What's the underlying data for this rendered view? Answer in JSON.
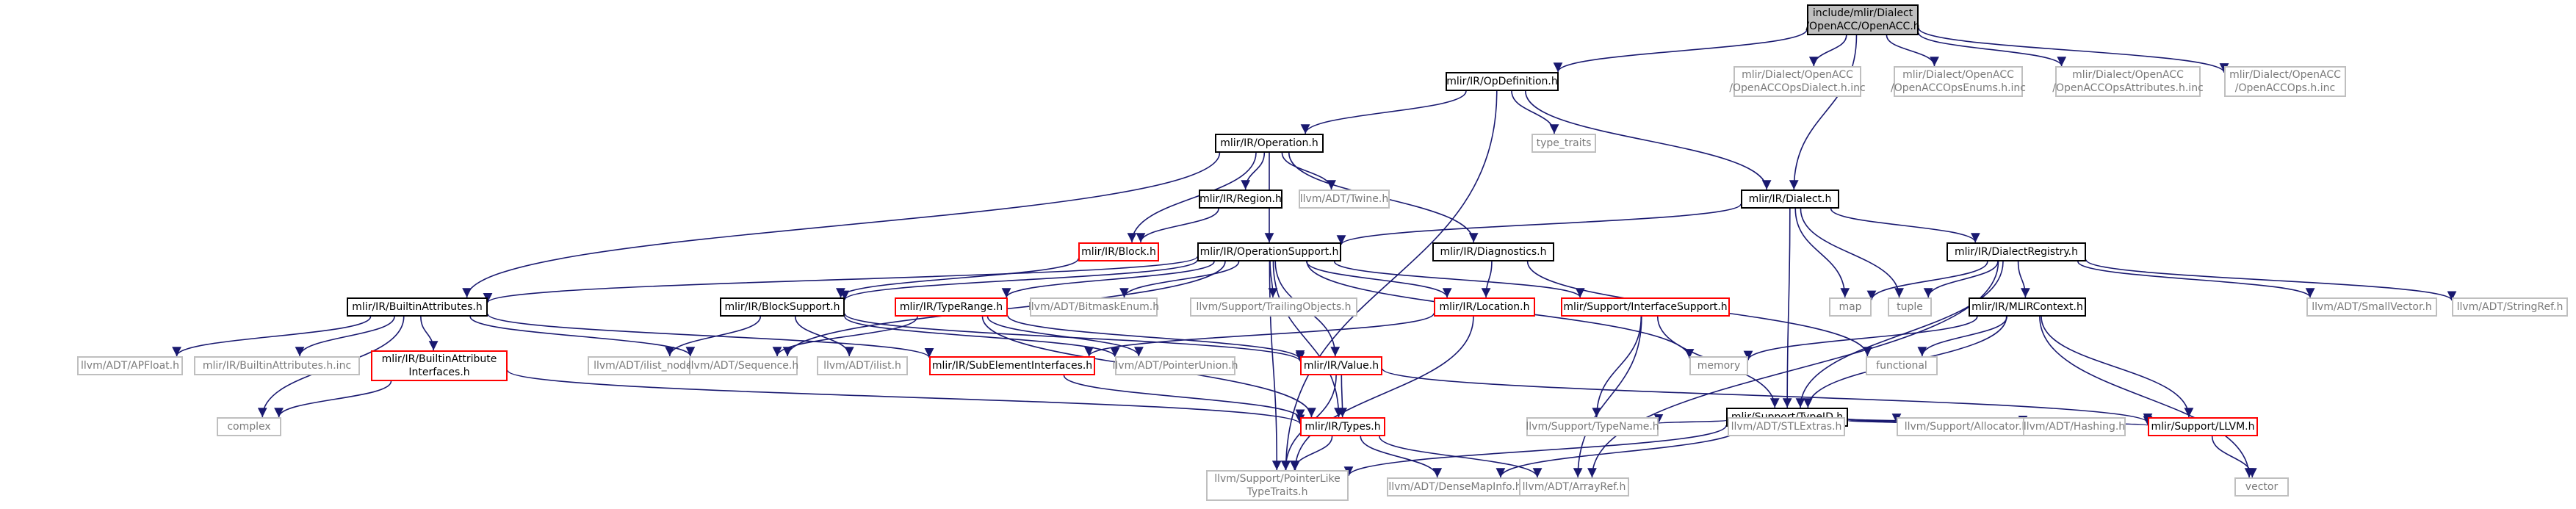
{
  "nodes": {
    "openacc_h": {
      "label": "include/mlir/Dialect\n/OpenACC/OpenACC.h",
      "style": "root"
    },
    "opdefinition": {
      "label": "mlir/IR/OpDefinition.h",
      "style": "normal"
    },
    "acc_dialect_inc": {
      "label": "mlir/Dialect/OpenACC\n/OpenACCOpsDialect.h.inc",
      "style": "sys"
    },
    "acc_enums_inc": {
      "label": "mlir/Dialect/OpenACC\n/OpenACCOpsEnums.h.inc",
      "style": "sys"
    },
    "acc_attrs_inc": {
      "label": "mlir/Dialect/OpenACC\n/OpenACCOpsAttributes.h.inc",
      "style": "sys"
    },
    "acc_ops_inc": {
      "label": "mlir/Dialect/OpenACC\n/OpenACCOps.h.inc",
      "style": "sys"
    },
    "operation": {
      "label": "mlir/IR/Operation.h",
      "style": "normal"
    },
    "type_traits": {
      "label": "type_traits",
      "style": "sys"
    },
    "dialect": {
      "label": "mlir/IR/Dialect.h",
      "style": "normal"
    },
    "region": {
      "label": "mlir/IR/Region.h",
      "style": "normal"
    },
    "twine": {
      "label": "llvm/ADT/Twine.h",
      "style": "sys"
    },
    "block": {
      "label": "mlir/IR/Block.h",
      "style": "red"
    },
    "opsupport": {
      "label": "mlir/IR/OperationSupport.h",
      "style": "normal"
    },
    "diagnostics": {
      "label": "mlir/IR/Diagnostics.h",
      "style": "normal"
    },
    "dialectregistry": {
      "label": "mlir/IR/DialectRegistry.h",
      "style": "normal"
    },
    "builtinattrs": {
      "label": "mlir/IR/BuiltinAttributes.h",
      "style": "normal"
    },
    "blocksupport": {
      "label": "mlir/IR/BlockSupport.h",
      "style": "normal"
    },
    "typerange": {
      "label": "mlir/IR/TypeRange.h",
      "style": "red"
    },
    "bitmaskenum": {
      "label": "llvm/ADT/BitmaskEnum.h",
      "style": "sys"
    },
    "trailingobjects": {
      "label": "llvm/Support/TrailingObjects.h",
      "style": "sys"
    },
    "location": {
      "label": "mlir/IR/Location.h",
      "style": "red"
    },
    "interfacesupport": {
      "label": "mlir/Support/InterfaceSupport.h",
      "style": "red"
    },
    "map": {
      "label": "map",
      "style": "sys"
    },
    "tuple": {
      "label": "tuple",
      "style": "sys"
    },
    "mlircontext": {
      "label": "mlir/IR/MLIRContext.h",
      "style": "normal"
    },
    "smallvector": {
      "label": "llvm/ADT/SmallVector.h",
      "style": "sys"
    },
    "stringref": {
      "label": "llvm/ADT/StringRef.h",
      "style": "sys"
    },
    "apfloat": {
      "label": "llvm/ADT/APFloat.h",
      "style": "sys"
    },
    "builtinattrs_inc": {
      "label": "mlir/IR/BuiltinAttributes.h.inc",
      "style": "sys"
    },
    "builtinattrifaces": {
      "label": "mlir/IR/BuiltinAttribute\nInterfaces.h",
      "style": "red"
    },
    "ilist_node": {
      "label": "llvm/ADT/ilist_node.h",
      "style": "sys"
    },
    "sequence": {
      "label": "llvm/ADT/Sequence.h",
      "style": "sys"
    },
    "ilist": {
      "label": "llvm/ADT/ilist.h",
      "style": "sys"
    },
    "subelementifaces": {
      "label": "mlir/IR/SubElementInterfaces.h",
      "style": "red"
    },
    "pointerunion": {
      "label": "llvm/ADT/PointerUnion.h",
      "style": "sys"
    },
    "value": {
      "label": "mlir/IR/Value.h",
      "style": "red"
    },
    "memory": {
      "label": "memory",
      "style": "sys"
    },
    "functional": {
      "label": "functional",
      "style": "sys"
    },
    "typeid": {
      "label": "mlir/Support/TypeID.h",
      "style": "normal"
    },
    "complex": {
      "label": "complex",
      "style": "sys"
    },
    "types": {
      "label": "mlir/IR/Types.h",
      "style": "red"
    },
    "typename": {
      "label": "llvm/Support/TypeName.h",
      "style": "sys"
    },
    "stlextras": {
      "label": "llvm/ADT/STLExtras.h",
      "style": "sys"
    },
    "allocator": {
      "label": "llvm/Support/Allocator.h",
      "style": "sys"
    },
    "hashing": {
      "label": "llvm/ADT/Hashing.h",
      "style": "sys"
    },
    "support_llvm": {
      "label": "mlir/Support/LLVM.h",
      "style": "red"
    },
    "pointerlike": {
      "label": "llvm/Support/PointerLike\nTypeTraits.h",
      "style": "sys"
    },
    "densemapinfo": {
      "label": "llvm/ADT/DenseMapInfo.h",
      "style": "sys"
    },
    "arrayref": {
      "label": "llvm/ADT/ArrayRef.h",
      "style": "sys"
    },
    "vector": {
      "label": "vector",
      "style": "sys"
    }
  },
  "edges": [
    [
      "openacc_h",
      "opdefinition"
    ],
    [
      "openacc_h",
      "acc_dialect_inc"
    ],
    [
      "openacc_h",
      "acc_enums_inc"
    ],
    [
      "openacc_h",
      "acc_attrs_inc"
    ],
    [
      "openacc_h",
      "acc_ops_inc"
    ],
    [
      "openacc_h",
      "dialect"
    ],
    [
      "opdefinition",
      "operation"
    ],
    [
      "opdefinition",
      "type_traits"
    ],
    [
      "opdefinition",
      "dialect"
    ],
    [
      "opdefinition",
      "pointerlike"
    ],
    [
      "operation",
      "region"
    ],
    [
      "operation",
      "twine"
    ],
    [
      "operation",
      "block"
    ],
    [
      "operation",
      "opsupport"
    ],
    [
      "operation",
      "diagnostics"
    ],
    [
      "operation",
      "builtinattrs"
    ],
    [
      "region",
      "block"
    ],
    [
      "block",
      "blocksupport"
    ],
    [
      "dialect",
      "opsupport"
    ],
    [
      "dialect",
      "map"
    ],
    [
      "dialect",
      "tuple"
    ],
    [
      "dialect",
      "dialectregistry"
    ],
    [
      "dialect",
      "typeid"
    ],
    [
      "opsupport",
      "builtinattrs"
    ],
    [
      "opsupport",
      "blocksupport"
    ],
    [
      "opsupport",
      "typerange"
    ],
    [
      "opsupport",
      "bitmaskenum"
    ],
    [
      "opsupport",
      "trailingobjects"
    ],
    [
      "opsupport",
      "location"
    ],
    [
      "opsupport",
      "interfacesupport"
    ],
    [
      "opsupport",
      "memory"
    ],
    [
      "opsupport",
      "value"
    ],
    [
      "opsupport",
      "types"
    ],
    [
      "opsupport",
      "pointerlike"
    ],
    [
      "opsupport",
      "sequence"
    ],
    [
      "diagnostics",
      "location"
    ],
    [
      "diagnostics",
      "functional"
    ],
    [
      "dialectregistry",
      "map"
    ],
    [
      "dialectregistry",
      "tuple"
    ],
    [
      "dialectregistry",
      "mlircontext"
    ],
    [
      "dialectregistry",
      "smallvector"
    ],
    [
      "dialectregistry",
      "stringref"
    ],
    [
      "dialectregistry",
      "typeid"
    ],
    [
      "dialectregistry",
      "arrayref"
    ],
    [
      "builtinattrs",
      "apfloat"
    ],
    [
      "builtinattrs",
      "builtinattrs_inc"
    ],
    [
      "builtinattrs",
      "builtinattrifaces"
    ],
    [
      "builtinattrs",
      "sequence"
    ],
    [
      "builtinattrs",
      "subelementifaces"
    ],
    [
      "builtinattrs",
      "complex"
    ],
    [
      "blocksupport",
      "ilist_node"
    ],
    [
      "blocksupport",
      "ilist"
    ],
    [
      "blocksupport",
      "pointerunion"
    ],
    [
      "blocksupport",
      "value"
    ],
    [
      "typerange",
      "sequence"
    ],
    [
      "typerange",
      "pointerunion"
    ],
    [
      "typerange",
      "value"
    ],
    [
      "typerange",
      "types"
    ],
    [
      "location",
      "subelementifaces"
    ],
    [
      "location",
      "pointerlike"
    ],
    [
      "interfacesupport",
      "typeid"
    ],
    [
      "interfacesupport",
      "typename"
    ],
    [
      "interfacesupport",
      "arrayref"
    ],
    [
      "mlircontext",
      "typeid"
    ],
    [
      "mlircontext",
      "memory"
    ],
    [
      "mlircontext",
      "functional"
    ],
    [
      "mlircontext",
      "support_llvm"
    ],
    [
      "mlircontext",
      "vector"
    ],
    [
      "builtinattrifaces",
      "types"
    ],
    [
      "builtinattrifaces",
      "complex"
    ],
    [
      "subelementifaces",
      "types"
    ],
    [
      "value",
      "types"
    ],
    [
      "value",
      "pointerlike"
    ],
    [
      "value",
      "support_llvm"
    ],
    [
      "typeid",
      "typename"
    ],
    [
      "typeid",
      "stlextras"
    ],
    [
      "typeid",
      "allocator"
    ],
    [
      "typeid",
      "hashing"
    ],
    [
      "typeid",
      "support_llvm"
    ],
    [
      "typeid",
      "pointerlike"
    ],
    [
      "typeid",
      "densemapinfo"
    ],
    [
      "types",
      "pointerlike"
    ],
    [
      "types",
      "densemapinfo"
    ],
    [
      "types",
      "arrayref"
    ],
    [
      "support_llvm",
      "vector"
    ]
  ],
  "colors": {
    "edge": "#191970",
    "root_fill": "#bfbfbf",
    "red_border": "#ff0000",
    "sys_border": "#bfbfbf",
    "sys_text": "#7a7a7a"
  }
}
